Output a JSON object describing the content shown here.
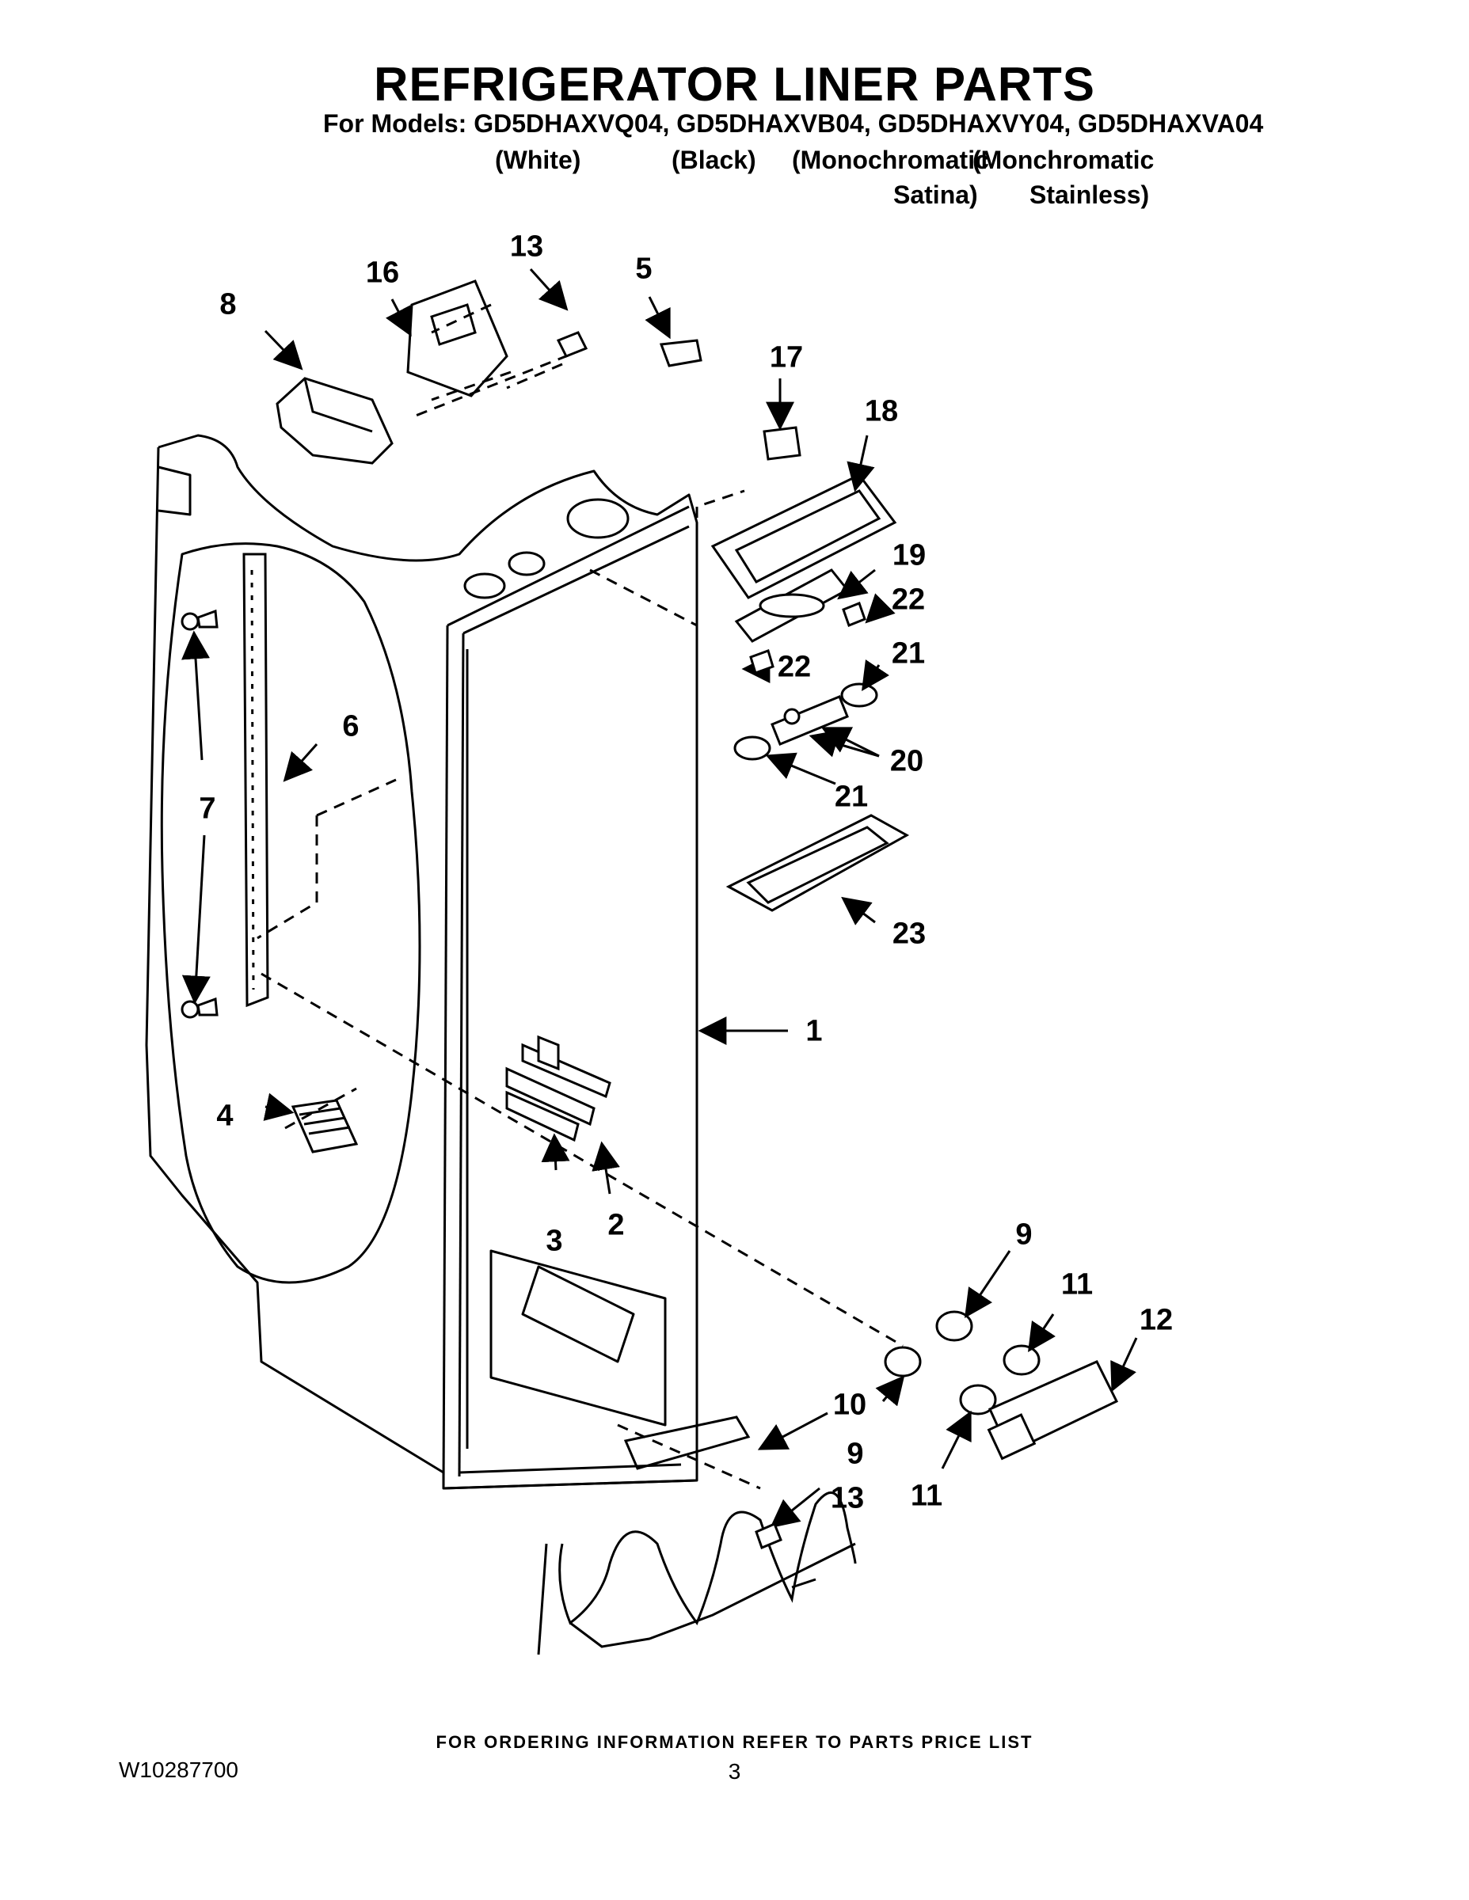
{
  "title": "REFRIGERATOR LINER PARTS",
  "models_line": "For Models: GD5DHAXVQ04, GD5DHAXVB04, GD5DHAXVY04, GD5DHAXVA04",
  "variants": {
    "v1_line1": "(White)",
    "v2_line1": "(Black)",
    "v3_line1": "(Monochromatic",
    "v3_line2": "Satina)",
    "v4_line1": "(Monchromatic",
    "v4_line2": "Stainless)"
  },
  "callouts": {
    "c1": "1",
    "c2": "2",
    "c3": "3",
    "c4": "4",
    "c5": "5",
    "c6": "6",
    "c7": "7",
    "c8": "8",
    "c9a": "9",
    "c9b": "9",
    "c10": "10",
    "c11a": "11",
    "c11b": "11",
    "c12": "12",
    "c13a": "13",
    "c13b": "13",
    "c16": "16",
    "c17": "17",
    "c18": "18",
    "c19": "19",
    "c20": "20",
    "c21a": "21",
    "c21b": "21",
    "c22a": "22",
    "c22b": "22",
    "c23": "23"
  },
  "footer": {
    "note": "FOR ORDERING INFORMATION REFER TO PARTS PRICE LIST",
    "doc_id": "W10287700",
    "page": "3"
  }
}
